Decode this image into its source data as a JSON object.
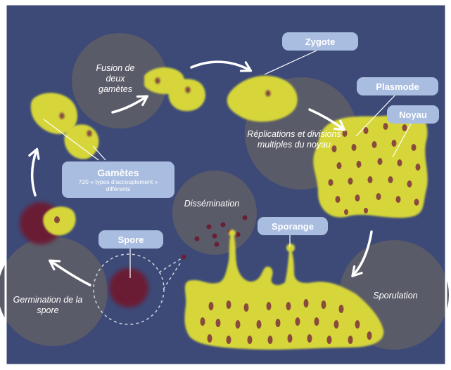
{
  "colors": {
    "background": "#3d4a78",
    "frame": "#ffffff",
    "stage_circle": "#5a5b68",
    "cell_fill": "#d6d63a",
    "nucleus": "#8a4a3c",
    "spore": "#6a1f34",
    "arrow": "#ffffff",
    "label_box": "#a9bde0"
  },
  "labels": {
    "zygote": "Zygote",
    "plasmode": "Plasmode",
    "noyau": "Noyau",
    "gametes_title": "Gamètes",
    "gametes_subtitle": "720 « types d'accouplement » différents",
    "spore": "Spore",
    "sporange": "Sporange"
  },
  "stages": {
    "fusion": "Fusion de deux gamètes",
    "replications": "Réplications et divisions multiples du noyau",
    "dissemination": "Dissémination",
    "germination": "Germination de la spore",
    "sporulation": "Sporulation"
  }
}
